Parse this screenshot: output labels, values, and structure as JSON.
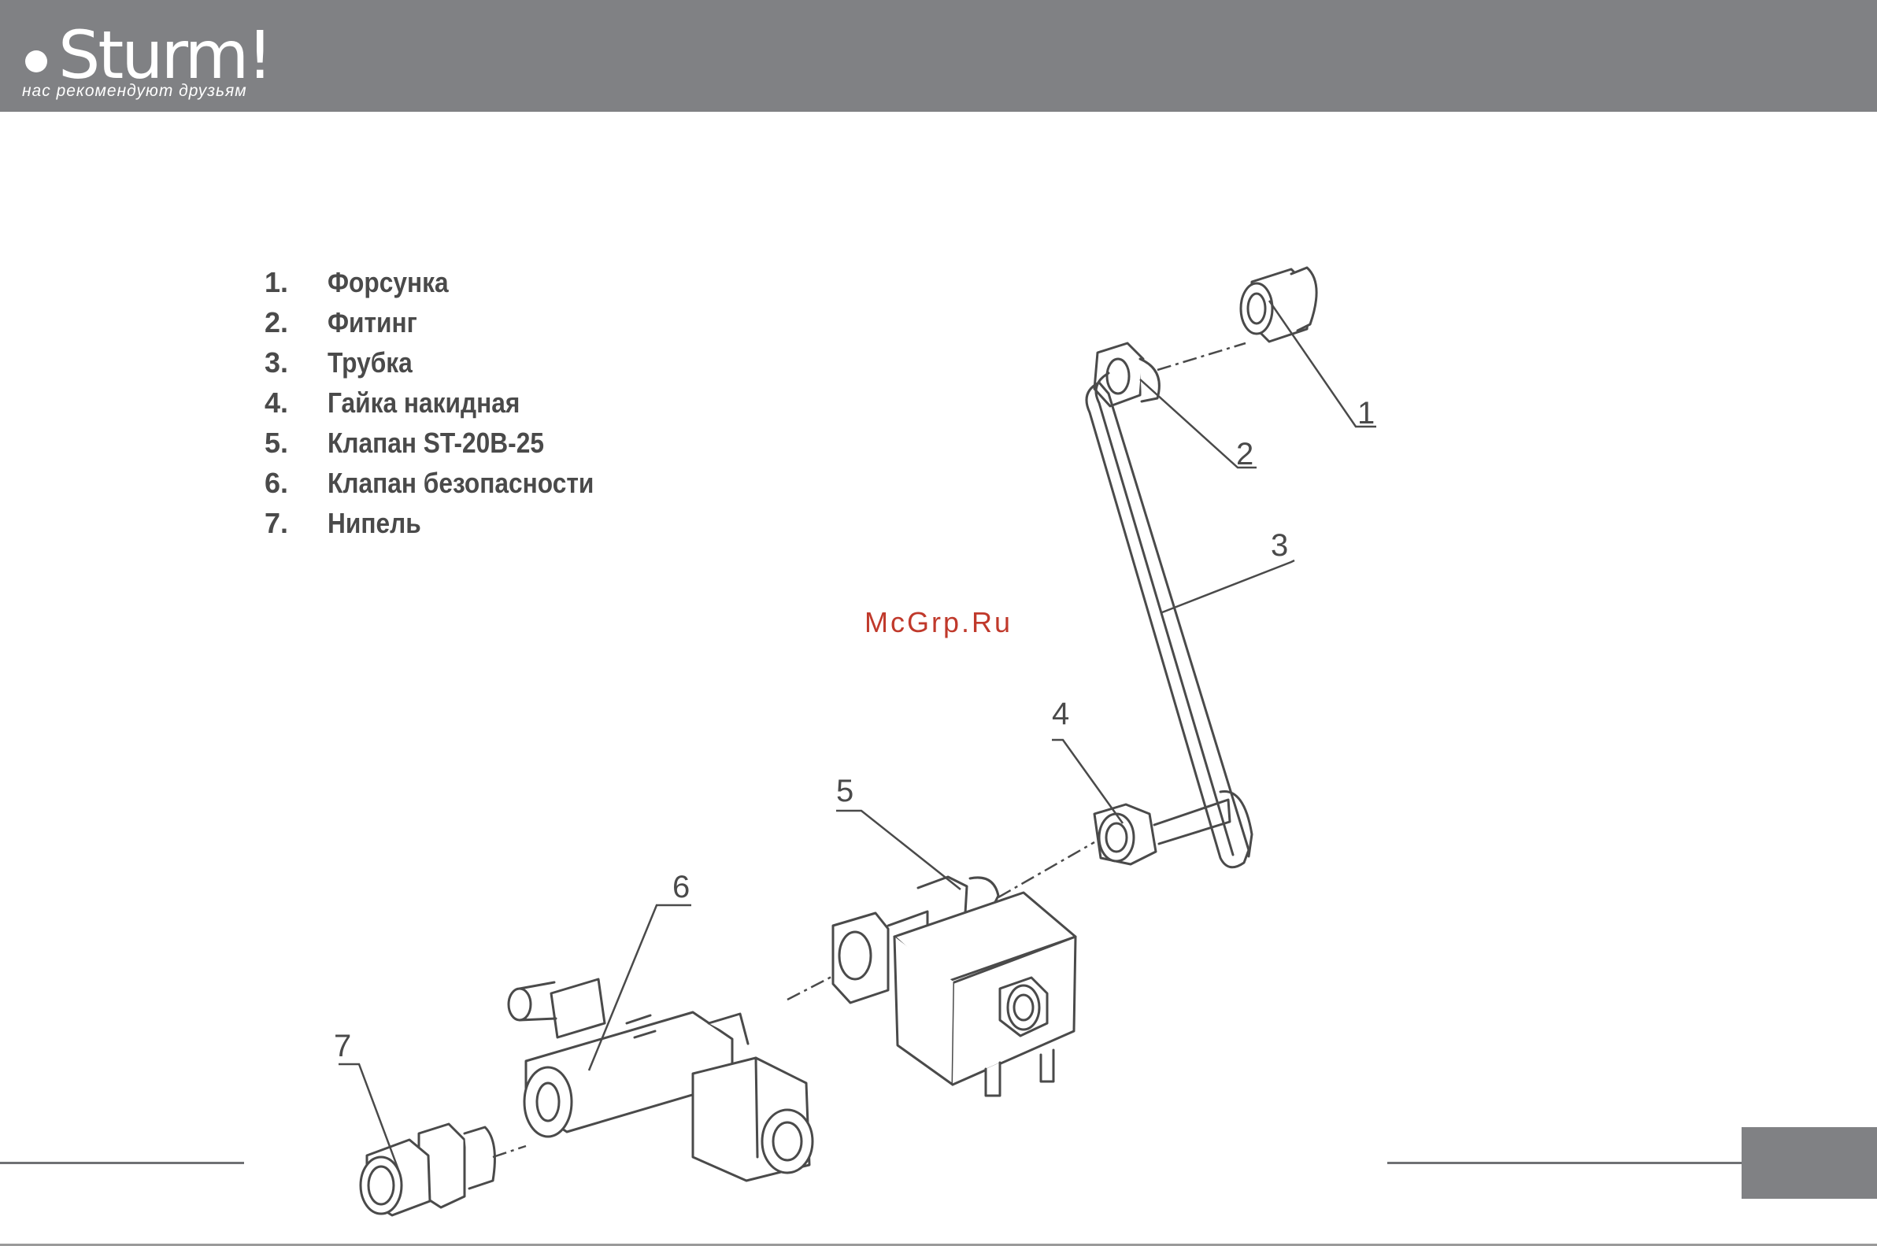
{
  "header": {
    "brand": "Sturm!",
    "tagline": "нас рекомендуют друзьям",
    "background": "#808184"
  },
  "legend": [
    {
      "num": "1.",
      "label": "Форсунка"
    },
    {
      "num": "2.",
      "label": "Фитинг"
    },
    {
      "num": "3.",
      "label": "Трубка"
    },
    {
      "num": "4.",
      "label": "Гайка накидная"
    },
    {
      "num": "5.",
      "label": "Клапан ST-20B-25"
    },
    {
      "num": "6.",
      "label": "Клапан безопасности"
    },
    {
      "num": "7.",
      "label": "Нипель"
    }
  ],
  "watermark": "McGrp.Ru",
  "callouts": [
    "1",
    "2",
    "3",
    "4",
    "5",
    "6",
    "7"
  ],
  "colors": {
    "watermark": "#c0392b",
    "line_art": "#4a4a4a"
  }
}
